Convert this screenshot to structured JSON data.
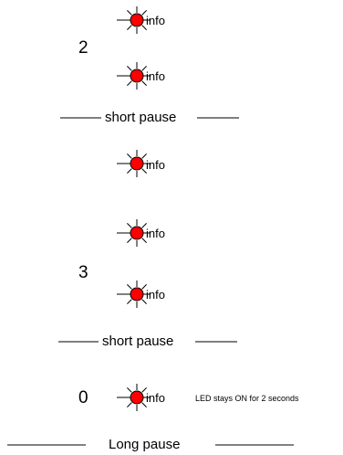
{
  "groups": [
    {
      "digit": "2",
      "led_label": "info",
      "led_count": 2
    },
    {
      "digit": "3",
      "led_label": "info",
      "led_count": 3
    },
    {
      "digit": "0",
      "led_label": "info",
      "led_count": 1,
      "note": "LED stays ON for 2 seconds"
    }
  ],
  "separators": {
    "short_pause": "short pause",
    "long_pause": "Long pause"
  },
  "colors": {
    "led_fill": "#ff0000",
    "ink": "#000000"
  }
}
